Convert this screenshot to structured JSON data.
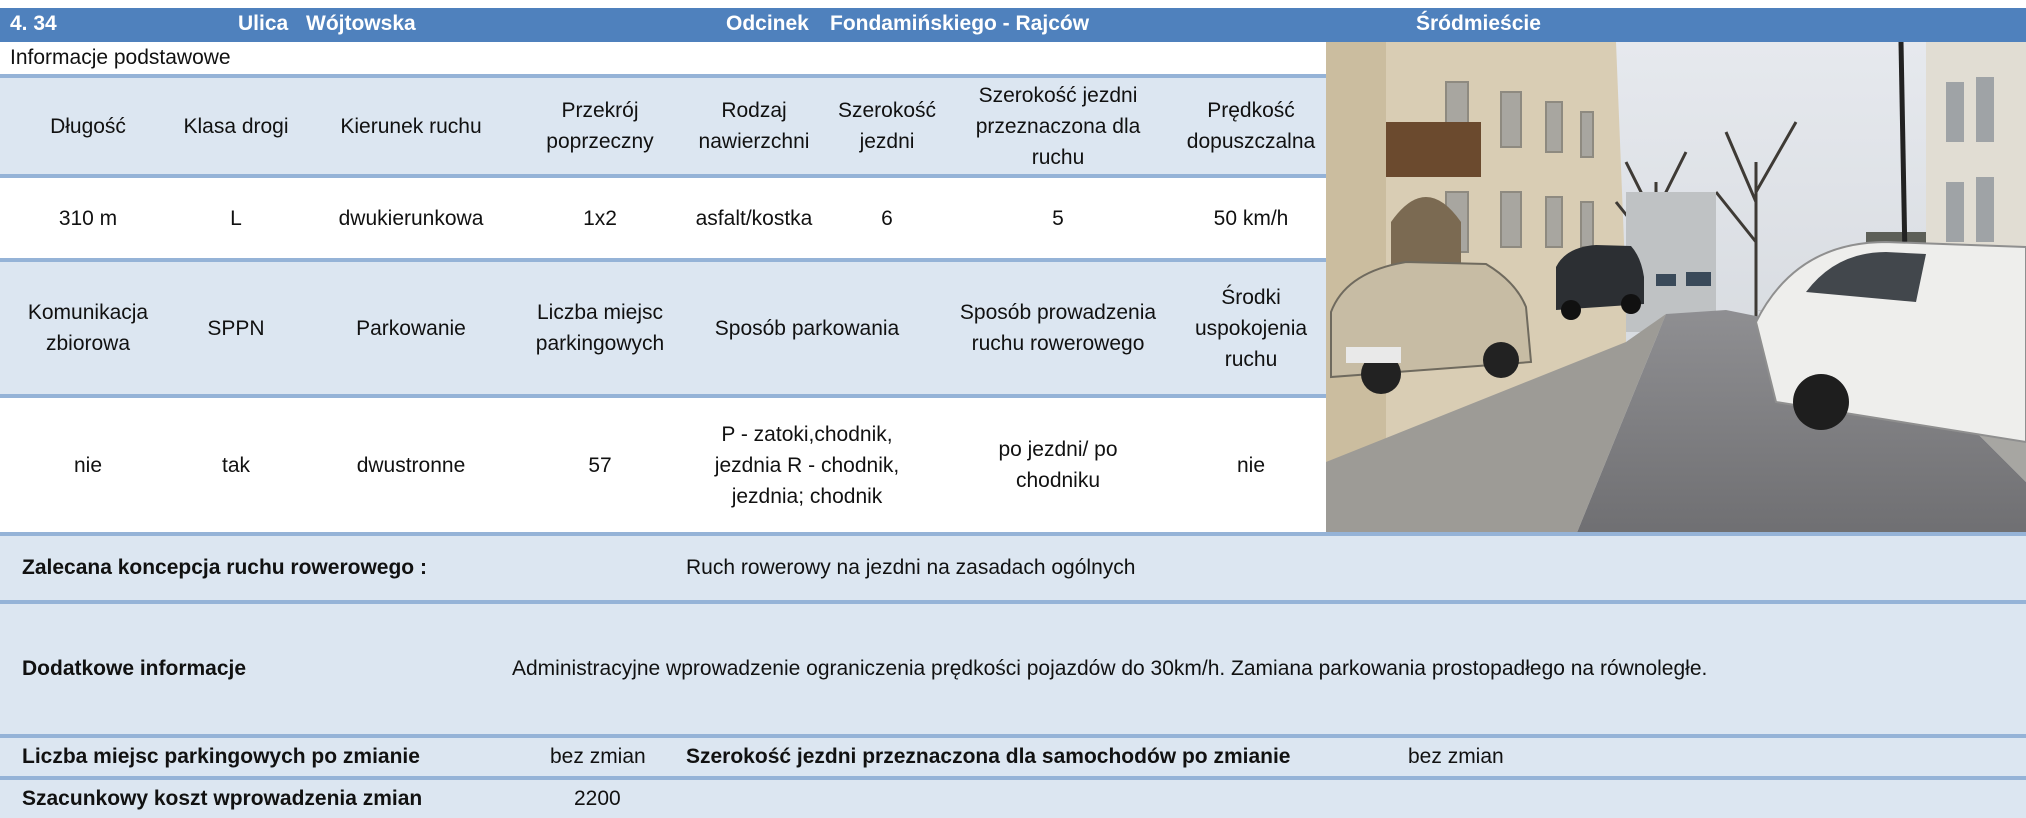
{
  "header": {
    "number": "4. 34",
    "street_label": "Ulica",
    "street_name": "Wójtowska",
    "segment_label": "Odcinek",
    "segment_name": "Fondamińskiego - Rajców",
    "district": "Śródmieście"
  },
  "section_title": "Informacje podstawowe",
  "table1": {
    "headers": [
      "Długość",
      "Klasa drogi",
      "Kierunek ruchu",
      "Przekrój poprzeczny",
      "Rodzaj nawierzchni",
      "Szerokość jezdni",
      "Szerokość jezdni przeznaczona dla ruchu",
      "Prędkość dopuszczalna"
    ],
    "values": [
      "310 m",
      "L",
      "dwukierunkowa",
      "1x2",
      "asfalt/kostka",
      "6",
      "5",
      "50 km/h"
    ]
  },
  "table2": {
    "headers": [
      "Komunikacja zbiorowa",
      "SPPN",
      "Parkowanie",
      "Liczba miejsc parkingowych",
      "Sposób parkowania",
      "Sposób prowadzenia ruchu rowerowego",
      "Środki uspokojenia ruchu"
    ],
    "values": [
      "nie",
      "tak",
      "dwustronne",
      "57",
      "P - zatoki,chodnik, jezdnia R - chodnik, jezdnia; chodnik",
      "po jezdni/ po chodniku",
      "nie"
    ]
  },
  "recommended": {
    "label": "Zalecana koncepcja ruchu rowerowego :",
    "value": "Ruch rowerowy na jezdni na zasadach ogólnych"
  },
  "additional": {
    "label": "Dodatkowe informacje",
    "value": "Administracyjne wprowadzenie ograniczenia prędkości pojazdów do 30km/h. Zamiana parkowania prostopadłego na równoległe."
  },
  "parking_after": {
    "label": "Liczba miejsc parkingowych po zmianie",
    "value": "bez zmian"
  },
  "width_after": {
    "label": "Szerokość jezdni przeznaczona dla samochodów po zmianie",
    "value": "bez zmian"
  },
  "cost": {
    "label": "Szacunkowy koszt wprowadzenia zmian",
    "value": "2200"
  },
  "colors": {
    "header_bg": "#4f81bd",
    "band_bg": "#dce6f1",
    "rule": "#95b3d7"
  }
}
